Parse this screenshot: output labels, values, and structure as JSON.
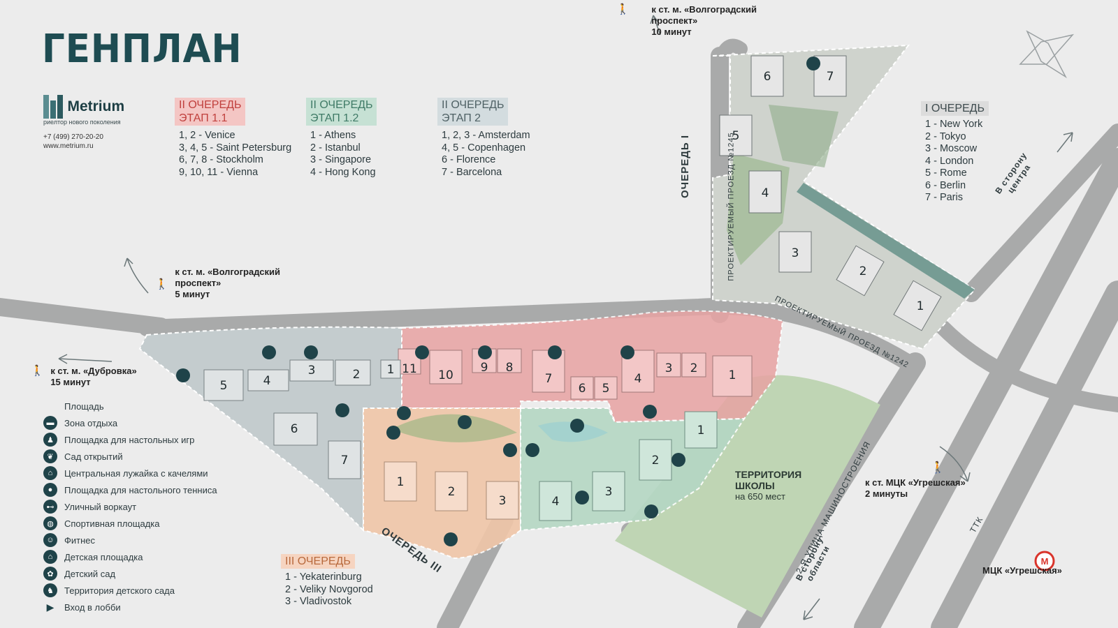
{
  "title": "ГЕНПЛАН",
  "brand": {
    "name": "Metrium",
    "tagline": "риелтор нового поколения",
    "phone": "+7 (499) 270-20-20",
    "website": "www.metrium.ru"
  },
  "stages": [
    {
      "key": "stage_11",
      "header_line1": "II ОЧЕРЕДЬ",
      "header_line2": "ЭТАП 1.1",
      "color": "#f4c6c4",
      "items": [
        "1, 2 - Venice",
        "3, 4, 5 - Saint Petersburg",
        "6, 7, 8 - Stockholm",
        "9, 10, 11 - Vienna"
      ]
    },
    {
      "key": "stage_12",
      "header_line1": "II ОЧЕРЕДЬ",
      "header_line2": "ЭТАП 1.2",
      "color": "#c6e1d4",
      "items": [
        "1 - Athens",
        "2 - Istanbul",
        "3 - Singapore",
        "4 - Hong Kong"
      ]
    },
    {
      "key": "stage_2",
      "header_line1": "II ОЧЕРЕДЬ",
      "header_line2": "ЭТАП 2",
      "color": "#d3dcdf",
      "items": [
        "1, 2, 3 - Amsterdam",
        "4, 5 - Copenhagen",
        "6 - Florence",
        "7 - Barcelona"
      ]
    },
    {
      "key": "stage_I",
      "header_line1": "I ОЧЕРЕДЬ",
      "header_line2": "",
      "color": "#dcdcdc",
      "items": [
        "1 - New York",
        "2 - Tokyo",
        "3 - Moscow",
        "4 - London",
        "5 - Rome",
        "6 - Berlin",
        "7 - Paris"
      ]
    },
    {
      "key": "stage_III",
      "header_line1": "III ОЧЕРЕДЬ",
      "header_line2": "",
      "color": "#f6d4c0",
      "items": [
        "1 - Yekaterinburg",
        "2 - Veliky Novgorod",
        "3 - Vladivostok"
      ]
    }
  ],
  "legend": [
    {
      "icon": "square-icon",
      "label": "Площадь"
    },
    {
      "icon": "bench-icon",
      "label": "Зона отдыха"
    },
    {
      "icon": "board-games-icon",
      "label": "Площадка для настольных игр"
    },
    {
      "icon": "garden-icon",
      "label": "Сад открытий"
    },
    {
      "icon": "swing-icon",
      "label": "Центральная лужайка с качелями"
    },
    {
      "icon": "table-tennis-icon",
      "label": "Площадка для настольного тенниса"
    },
    {
      "icon": "workout-icon",
      "label": "Уличный воркаут"
    },
    {
      "icon": "sports-ground-icon",
      "label": "Спортивная площадка"
    },
    {
      "icon": "fitness-icon",
      "label": "Фитнес"
    },
    {
      "icon": "playground-icon",
      "label": "Детская площадка"
    },
    {
      "icon": "kindergarten-icon",
      "label": "Детский сад"
    },
    {
      "icon": "kindergarten-area-icon",
      "label": "Территория детского сада"
    },
    {
      "icon": "lobby-entrance-icon",
      "label": "Вход в лобби"
    }
  ],
  "notes": {
    "volgograd_top_l1": "к ст. м. «Волгоградский",
    "volgograd_top_l2": "проспект»",
    "volgograd_top_l3": "10 минут",
    "volgograd_mid_l1": "к ст. м. «Волгоградский",
    "volgograd_mid_l2": "проспект»",
    "volgograd_mid_l3": "5 минут",
    "dubrovka_l1": "к ст. м. «Дубровка»",
    "dubrovka_l2": "15 минут",
    "ugreshskaya_l1": "к ст. МЦК «Угрешская»",
    "ugreshskaya_l2": "2 минуты",
    "mck_station": "МЦК «Угрешская»",
    "to_center_l1": "В сторону",
    "to_center_l2": "центра",
    "to_region_l1": "В сторону",
    "to_region_l2": "области"
  },
  "roads": {
    "proezd_1245": "ПРОЕКТИРУЕМЫЙ ПРОЕЗД №1245",
    "proezd_1242": "ПРОЕКТИРУЕМЫЙ ПРОЕЗД №1242",
    "mashinostroeniya": "2-Я УЛИЦА МАШИНОСТРОЕНИЯ",
    "ttk": "ТТК"
  },
  "zones": {
    "queue_I": "ОЧЕРЕДЬ I",
    "queue_III": "ОЧЕРЕДЬ III",
    "school_l1": "ТЕРРИТОРИЯ",
    "school_l2": "ШКОЛЫ",
    "school_l3": "на 650 мест"
  },
  "buildings": {
    "queue_I": [
      "1",
      "2",
      "3",
      "4",
      "5",
      "6",
      "7"
    ],
    "stage_11": [
      "1",
      "2",
      "3",
      "4",
      "5",
      "6",
      "7",
      "8",
      "9",
      "10",
      "11"
    ],
    "stage_2": [
      "1",
      "2",
      "3",
      "4",
      "5",
      "6",
      "7"
    ],
    "stage_12": [
      "1",
      "2",
      "3",
      "4"
    ],
    "queue_III": [
      "1",
      "2",
      "3"
    ]
  },
  "colors": {
    "background": "#ececec",
    "road": "#a9aaaa",
    "stage_11_zone": "#e8a3a3",
    "stage_12_zone": "#b5d7c4",
    "stage_2_zone": "#c4ccce",
    "queue_III_zone": "#f0c6a8",
    "queue_I_zone": "#cfd3cd",
    "school": "#bfd5b4",
    "accent_dark": "#1f4349",
    "metro_red": "#d9342b"
  }
}
